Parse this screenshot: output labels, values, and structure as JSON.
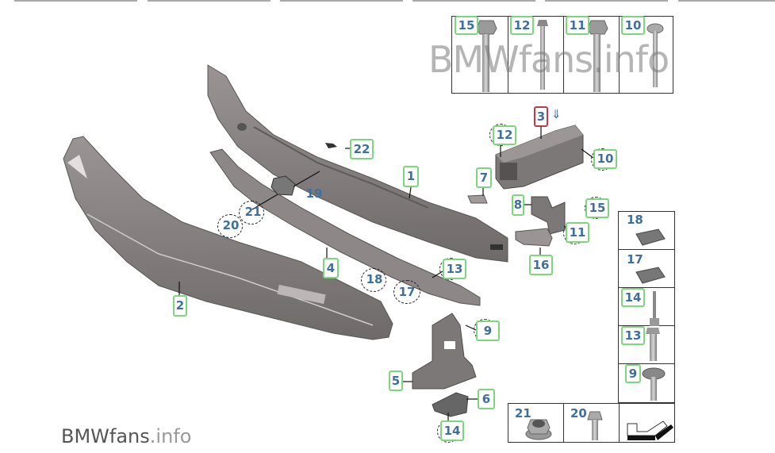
{
  "diagram": {
    "type": "parts-exploded-view",
    "subject": "Front bumper carrier / impact absorber assembly",
    "watermark": {
      "top_text": "BMWfans.info",
      "bottom_brand": "BMWfans",
      "bottom_suffix": ".info"
    },
    "accent_colors": {
      "callout_border": "#7dd67d",
      "callout_border_highlight": "#c0394b",
      "callout_text": "#3e6f9e",
      "part_fill": "#8a8585"
    },
    "callouts": [
      {
        "id": "1",
        "label": "1",
        "style": "boxed"
      },
      {
        "id": "2",
        "label": "2",
        "style": "boxed"
      },
      {
        "id": "3",
        "label": "3",
        "style": "boxed-highlight",
        "note": "⇓"
      },
      {
        "id": "4",
        "label": "4",
        "style": "boxed"
      },
      {
        "id": "5",
        "label": "5",
        "style": "boxed"
      },
      {
        "id": "6",
        "label": "6",
        "style": "boxed"
      },
      {
        "id": "7",
        "label": "7",
        "style": "boxed"
      },
      {
        "id": "8",
        "label": "8",
        "style": "boxed"
      },
      {
        "id": "9",
        "label": "9",
        "style": "boxed-dashed"
      },
      {
        "id": "10",
        "label": "10",
        "style": "boxed-dashed"
      },
      {
        "id": "11",
        "label": "11",
        "style": "boxed-dashed"
      },
      {
        "id": "12",
        "label": "12",
        "style": "boxed-dashed"
      },
      {
        "id": "13",
        "label": "13",
        "style": "boxed-dashed"
      },
      {
        "id": "14",
        "label": "14",
        "style": "boxed-dashed"
      },
      {
        "id": "15",
        "label": "15",
        "style": "boxed-dashed"
      },
      {
        "id": "16",
        "label": "16",
        "style": "boxed"
      },
      {
        "id": "17",
        "label": "17",
        "style": "dashed"
      },
      {
        "id": "18",
        "label": "18",
        "style": "dashed"
      },
      {
        "id": "19",
        "label": "19",
        "style": "plain"
      },
      {
        "id": "20",
        "label": "20",
        "style": "dashed"
      },
      {
        "id": "21",
        "label": "21",
        "style": "dashed"
      },
      {
        "id": "22",
        "label": "22",
        "style": "boxed"
      }
    ],
    "fastener_panel_top": {
      "cells": [
        {
          "label": "15",
          "part": "hex-bolt-long"
        },
        {
          "label": "12",
          "part": "hex-bolt-thin"
        },
        {
          "label": "11",
          "part": "hex-bolt-long"
        },
        {
          "label": "10",
          "part": "flange-bolt"
        }
      ]
    },
    "fastener_panel_right": {
      "cells": [
        {
          "label": "18",
          "part": "clip-nut"
        },
        {
          "label": "17",
          "part": "clip-nut"
        },
        {
          "label": "14",
          "part": "rivet-pin"
        },
        {
          "label": "13",
          "part": "hex-bolt-short"
        },
        {
          "label": "9",
          "part": "collar-screw"
        }
      ]
    },
    "fastener_panel_bottom": {
      "cells": [
        {
          "label": "21",
          "part": "flange-nut"
        },
        {
          "label": "20",
          "part": "flange-bolt-short"
        },
        {
          "label": "",
          "part": "nav-arrow-icon"
        }
      ]
    }
  }
}
